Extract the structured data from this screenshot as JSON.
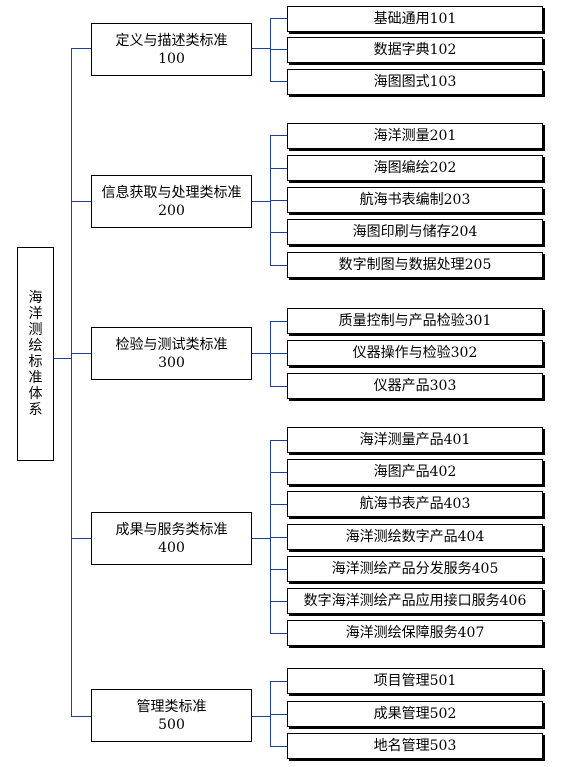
{
  "root": {
    "label": "海洋测绘标准体系",
    "chars": [
      "海",
      "洋",
      "测",
      "绘",
      "标",
      "准",
      "体",
      "系"
    ]
  },
  "categories": [
    {
      "name": "定义与描述类标准",
      "code": "100",
      "items": [
        "基础通用101",
        "数据字典102",
        "海图图式103"
      ]
    },
    {
      "name": "信息获取与处理类标准",
      "code": "200",
      "items": [
        "海洋测量201",
        "海图编绘202",
        "航海书表编制203",
        "海图印刷与储存204",
        "数字制图与数据处理205"
      ]
    },
    {
      "name": "检验与测试类标准",
      "code": "300",
      "items": [
        "质量控制与产品检验301",
        "仪器操作与检验302",
        "仪器产品303"
      ]
    },
    {
      "name": "成果与服务类标准",
      "code": "400",
      "items": [
        "海洋测量产品401",
        "海图产品402",
        "航海书表产品403",
        "海洋测绘数字产品404",
        "海洋测绘产品分发服务405",
        "数字海洋测绘产品应用接口服务406",
        "海洋测绘保障服务407"
      ]
    },
    {
      "name": "管理类标准",
      "code": "500",
      "items": [
        "项目管理501",
        "成果管理502",
        "地名管理503"
      ]
    }
  ]
}
